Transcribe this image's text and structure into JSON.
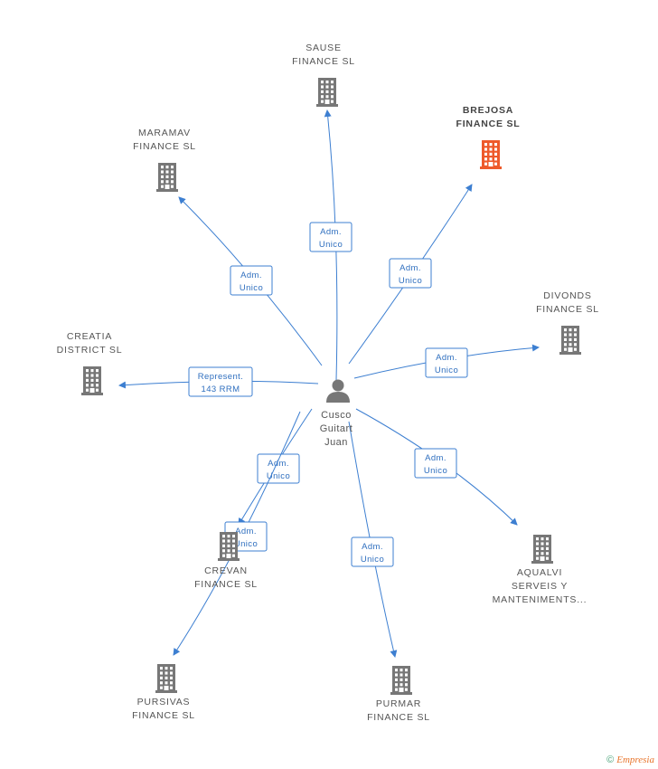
{
  "colors": {
    "edge": "#3d7fd1",
    "building": "#777777",
    "building_highlight": "#ee5a2a",
    "person": "#777777"
  },
  "person": {
    "name_lines": [
      "Cusco",
      "Guitart",
      "Juan"
    ],
    "icon": "person-icon"
  },
  "companies": [
    {
      "id": "sause",
      "lines": [
        "SAUSE",
        "FINANCE  SL"
      ],
      "highlight": false
    },
    {
      "id": "brejosa",
      "lines": [
        "BREJOSA",
        "FINANCE  SL"
      ],
      "highlight": true
    },
    {
      "id": "maramav",
      "lines": [
        "MARAMAV",
        "FINANCE  SL"
      ],
      "highlight": false
    },
    {
      "id": "divonds",
      "lines": [
        "DIVONDS",
        "FINANCE  SL"
      ],
      "highlight": false
    },
    {
      "id": "creatia",
      "lines": [
        "CREATIA",
        "DISTRICT SL"
      ],
      "highlight": false
    },
    {
      "id": "crevan",
      "lines": [
        "CREVAN",
        "FINANCE  SL"
      ],
      "highlight": false
    },
    {
      "id": "aqualvi",
      "lines": [
        "AQUALVI",
        "SERVEIS Y",
        "MANTENIMENTS..."
      ],
      "highlight": false
    },
    {
      "id": "pursivas",
      "lines": [
        "PURSIVAS",
        "FINANCE  SL"
      ],
      "highlight": false
    },
    {
      "id": "purmar",
      "lines": [
        "PURMAR",
        "FINANCE  SL"
      ],
      "highlight": false
    }
  ],
  "edges": [
    {
      "to": "sause",
      "lines": [
        "Adm.",
        "Unico"
      ]
    },
    {
      "to": "brejosa",
      "lines": [
        "Adm.",
        "Unico"
      ]
    },
    {
      "to": "maramav",
      "lines": [
        "Adm.",
        "Unico"
      ]
    },
    {
      "to": "divonds",
      "lines": [
        "Adm.",
        "Unico"
      ]
    },
    {
      "to": "creatia",
      "lines": [
        "Represent.",
        "143 RRM"
      ]
    },
    {
      "to": "crevan",
      "lines": [
        "Adm.",
        "Unico"
      ]
    },
    {
      "to": "pursivas",
      "lines": [
        "Adm.",
        "Unico"
      ]
    },
    {
      "to": "aqualvi",
      "lines": [
        "Adm.",
        "Unico"
      ]
    },
    {
      "to": "purmar",
      "lines": [
        "Adm.",
        "Unico"
      ]
    }
  ],
  "footer": {
    "copyright": "©",
    "brand": "Empresia"
  }
}
